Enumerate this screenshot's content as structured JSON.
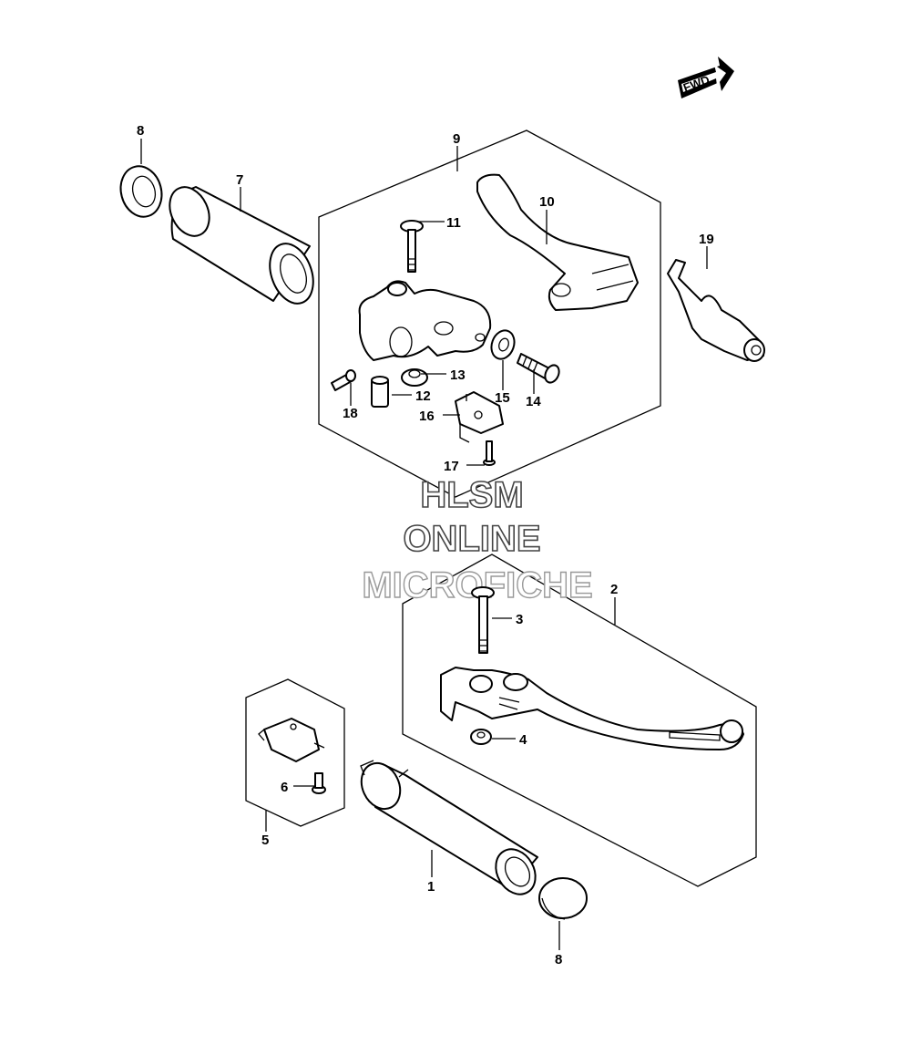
{
  "fwd_label": "FWD",
  "watermark": {
    "line1": "HLSM",
    "line2": "ONLINE",
    "line3": "MICROFICHE"
  },
  "callouts": {
    "c1": "1",
    "c2": "2",
    "c3": "3",
    "c4": "4",
    "c5": "5",
    "c6": "6",
    "c7": "7",
    "c8a": "8",
    "c8b": "8",
    "c9": "9",
    "c10": "10",
    "c11": "11",
    "c12": "12",
    "c13": "13",
    "c14": "14",
    "c15": "15",
    "c16": "16",
    "c17": "17",
    "c18": "18",
    "c19": "19"
  }
}
